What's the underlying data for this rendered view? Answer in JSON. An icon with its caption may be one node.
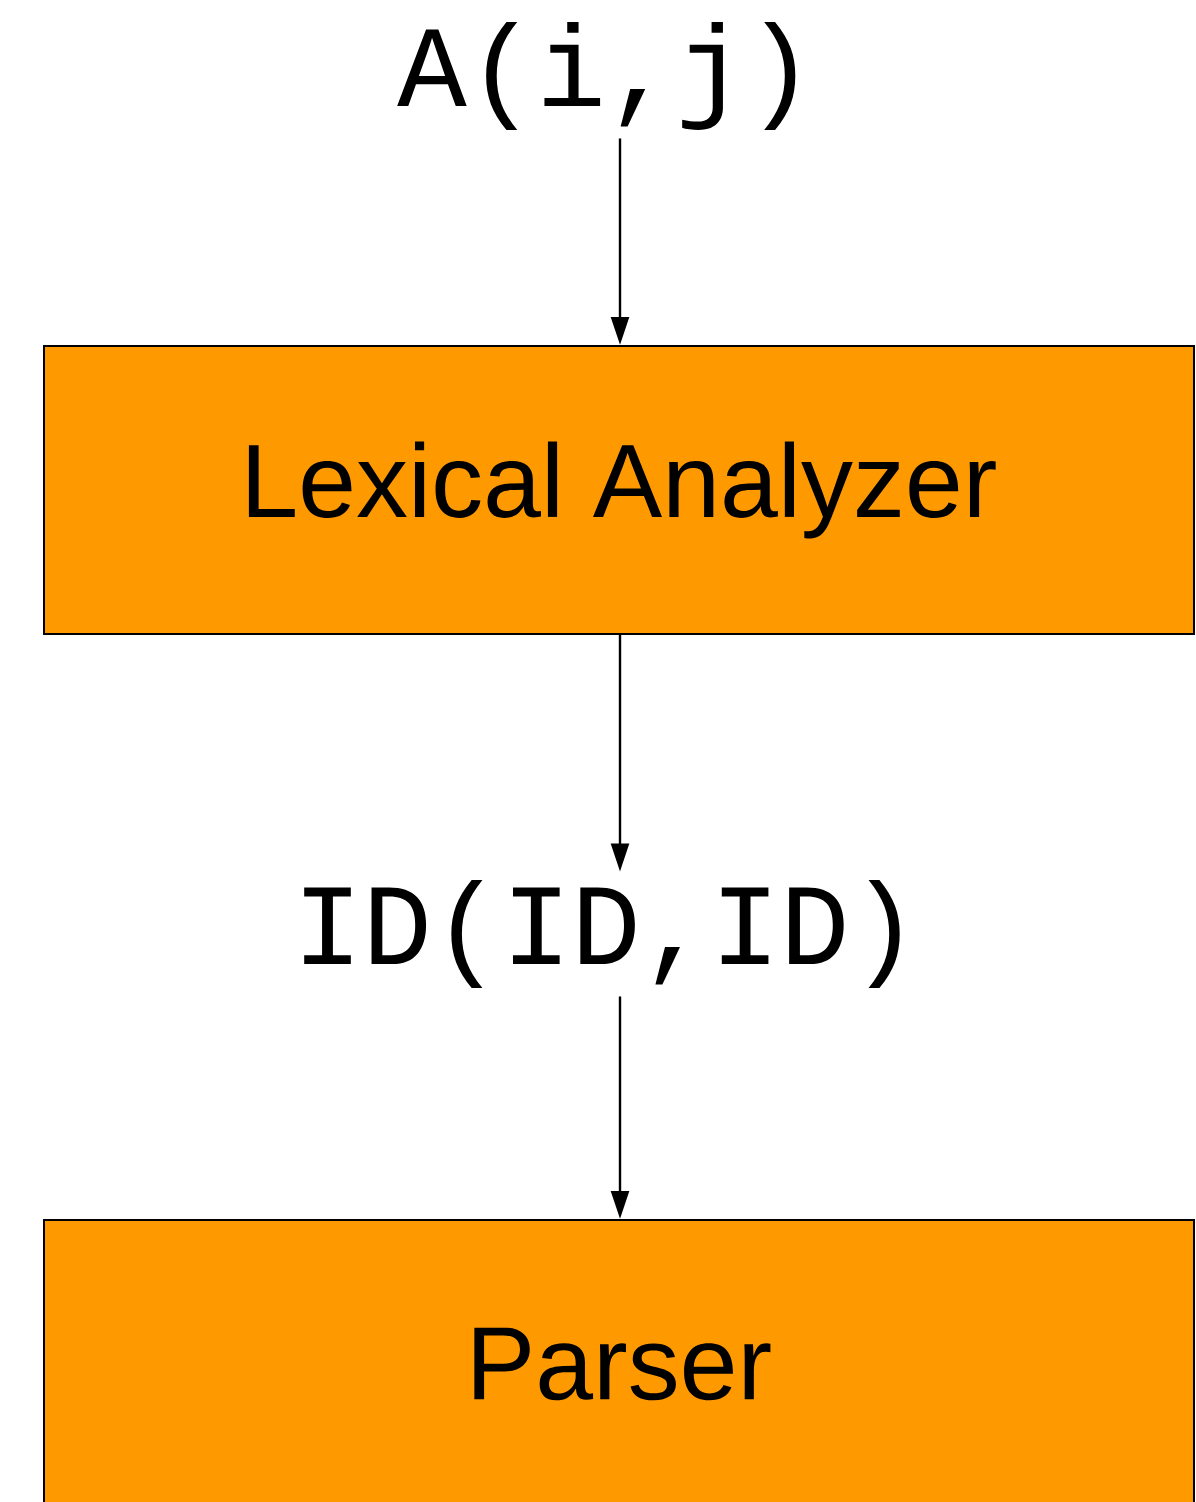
{
  "diagram": {
    "nodes": [
      {
        "text": [
          "A(i,j)"
        ]
      },
      {
        "text": [
          "Lexical Analyzer"
        ]
      },
      {
        "text": [
          "ID(ID,ID)"
        ]
      },
      {
        "text": [
          "Parser"
        ]
      }
    ],
    "edges": [
      {
        "from": 0,
        "to": 1,
        "arrow": "to"
      },
      {
        "from": 1,
        "to": 2,
        "arrow": "to"
      },
      {
        "from": 2,
        "to": 3,
        "arrow": "to"
      }
    ]
  }
}
